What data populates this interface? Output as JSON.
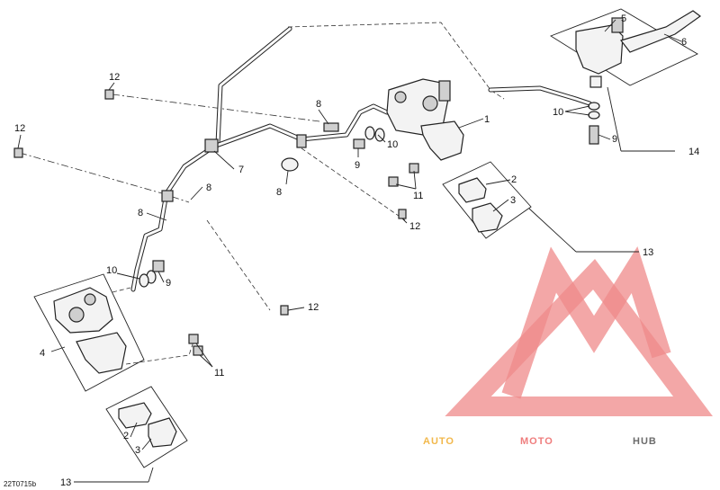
{
  "callouts": {
    "c1": "1",
    "c2a": "2",
    "c2b": "2",
    "c3a": "3",
    "c3b": "3",
    "c4": "4",
    "c5": "5",
    "c6": "6",
    "c7": "7",
    "c8a": "8",
    "c8b": "8",
    "c8c": "8",
    "c8d": "8",
    "c9a": "9",
    "c9b": "9",
    "c9c": "9",
    "c10a": "10",
    "c10b": "10",
    "c10c": "10",
    "c11a": "11",
    "c11b": "11",
    "c12a": "12",
    "c12b": "12",
    "c12c": "12",
    "c12d": "12",
    "c13a": "13",
    "c13b": "13",
    "c14": "14"
  },
  "figure_code": "22T0715b",
  "watermark": {
    "word1": "AUTO",
    "word2": "MOTO",
    "word3": "HUB",
    "color1": "#f2b84b",
    "color2": "#ef7d7d",
    "color3": "#6b6b6b",
    "triangle_color": "#ef8a8a"
  }
}
